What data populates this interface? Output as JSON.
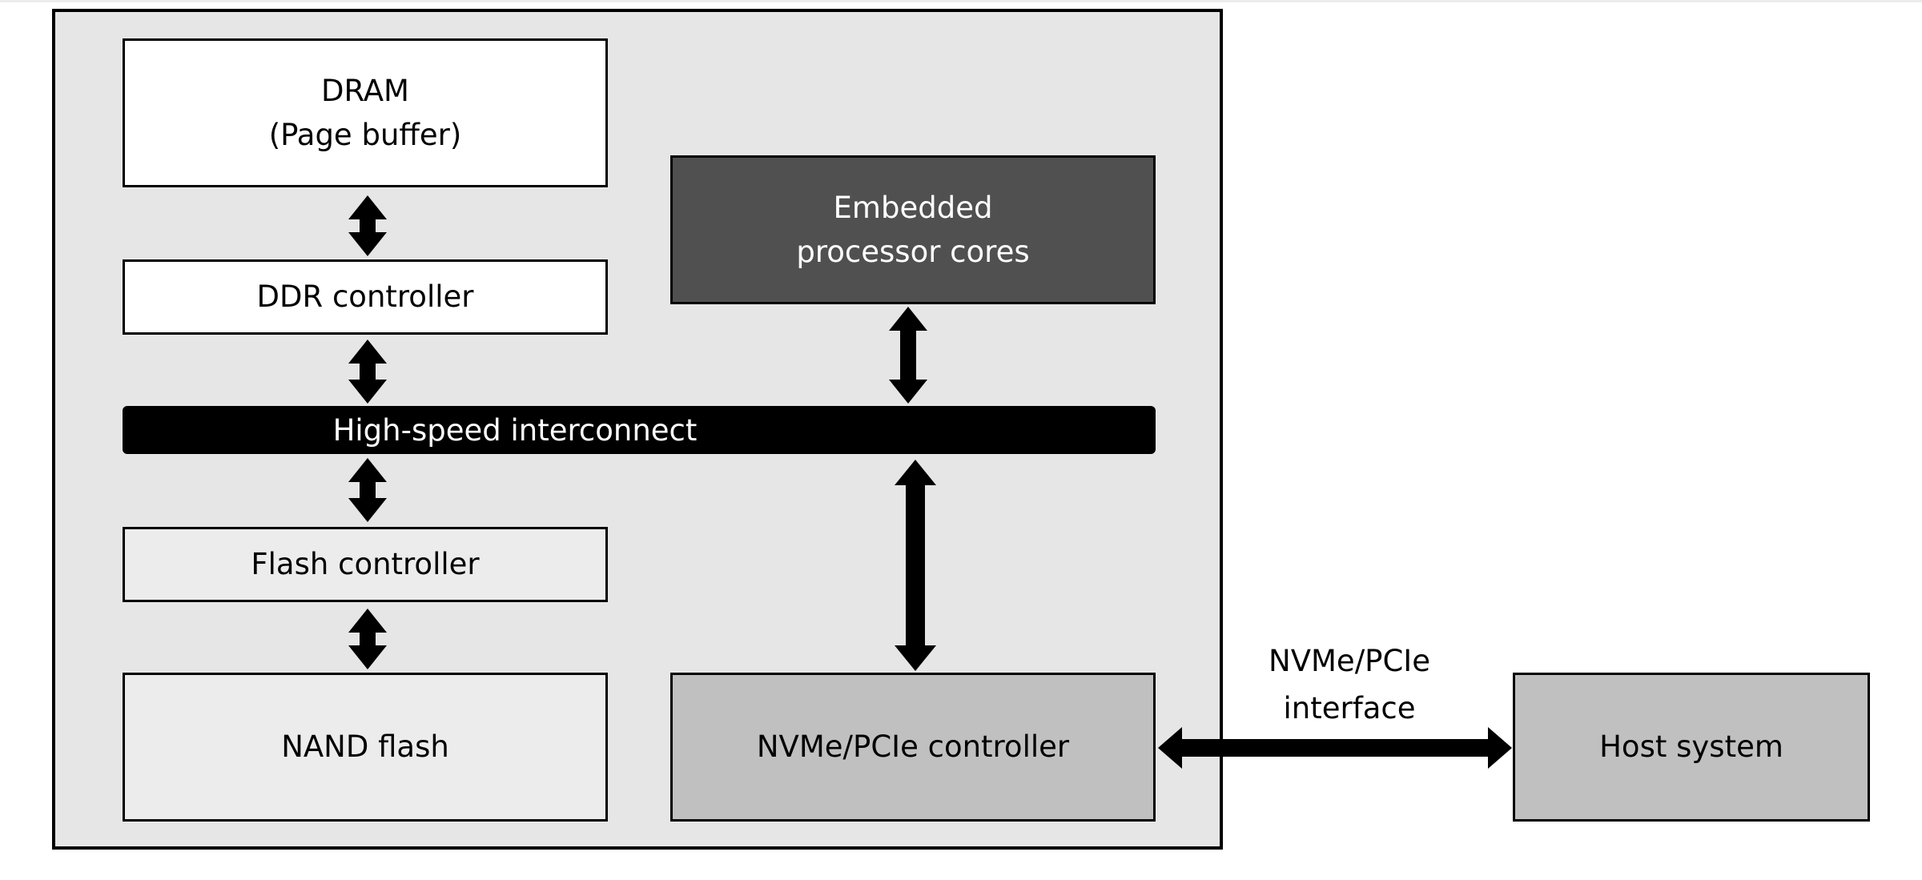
{
  "colors": {
    "enclosure_fill": "#e6e6e6",
    "white_block": "#ffffff",
    "light_block": "#ececec",
    "dark_block": "#505050",
    "gray_block": "#c0c0c0",
    "interconnect": "#000000",
    "stroke": "#000000"
  },
  "blocks": {
    "dram": "DRAM\n(Page buffer)",
    "ddr_controller": "DDR controller",
    "flash_controller": "Flash controller",
    "nand_flash": "NAND flash",
    "embedded_cores": "Embedded\nprocessor cores",
    "nvme_controller": "NVMe/PCIe controller",
    "host_system": "Host system"
  },
  "interconnect": {
    "label": "High-speed interconnect"
  },
  "interface": {
    "label": "NVMe/PCIe\ninterface"
  }
}
